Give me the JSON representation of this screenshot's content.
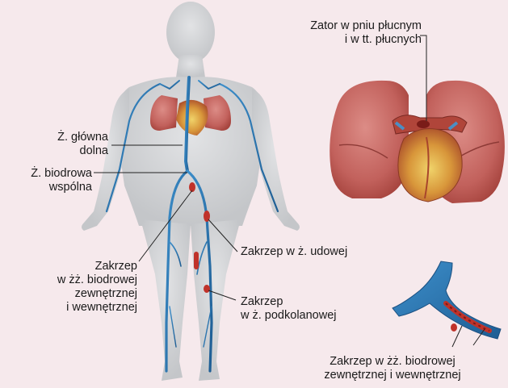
{
  "colors": {
    "background": "#f6e9ec",
    "body": "#d3d5d7",
    "vein": "#2f7fb8",
    "clot": "#c0322a",
    "lung": "#c96a66",
    "heart": "#d89a3c"
  },
  "labels": {
    "pulmonary_embolism": "Zator w pniu płucnym\ni w tt. płucnych",
    "ivc": "Ż. główna\ndolna",
    "common_iliac": "Ż. biodrowa\nwspólna",
    "clot_iliac": "Zakrzep\nw żż. biodrowej\nzewnętrznej\ni wewnętrznej",
    "clot_femoral": "Zakrzep w ż. udowej",
    "clot_popliteal": "Zakrzep\nw ż. podkolanowej",
    "clot_iliac_detail": "Zakrzep w żż. biodrowej\nzewnętrznej i wewnętrznej"
  }
}
